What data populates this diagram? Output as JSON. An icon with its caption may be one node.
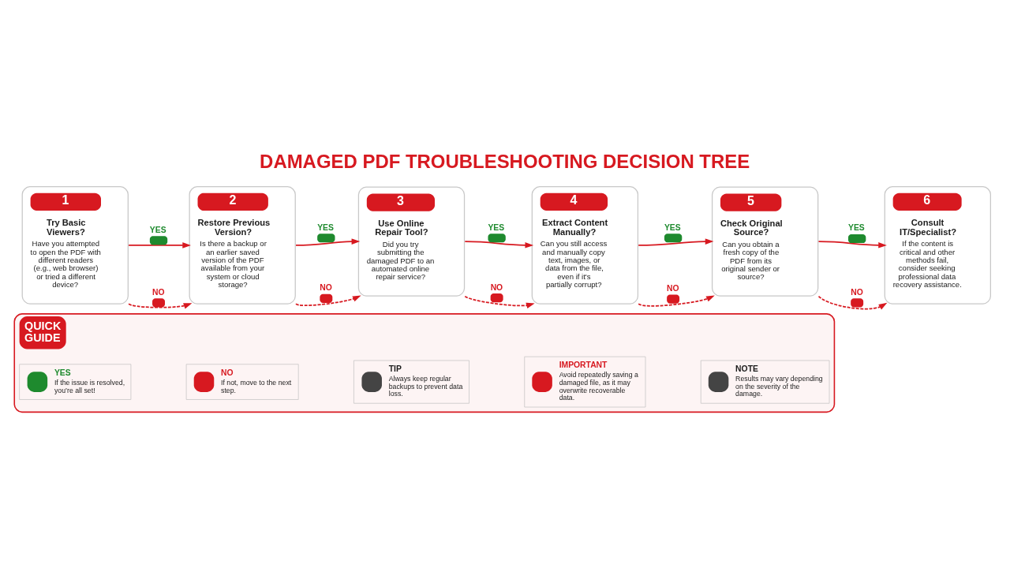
{
  "diagram": {
    "title": "DAMAGED PDF TROUBLESHOOTING DECISION TREE",
    "nodes": [
      {
        "text": [
          "1",
          "Try Basic Viewers?",
          "Have you attempted to open the PDF with different readers (e.g., web browser) or tried a different device?"
        ]
      },
      {
        "text": [
          "2",
          "Restore Previous Version?",
          "Is there a backup or an earlier saved version of the PDF available from your system or cloud storage?"
        ]
      },
      {
        "text": [
          "3",
          "Use Online Repair Tool?",
          "Did you try submitting the damaged PDF to an automated online repair service?"
        ]
      },
      {
        "text": [
          "4",
          "Extract Content Manually?",
          "Can you still access and manually copy text, images, or data from the file, even if it's partially corrupt?"
        ]
      },
      {
        "text": [
          "5",
          "Check Original Source?",
          "Can you obtain a fresh copy of the PDF from its original sender or source?"
        ]
      },
      {
        "text": [
          "6",
          "Consult IT/Specialist?",
          "If the content is critical and other methods fail, consider seeking professional data recovery assistance."
        ]
      },
      {
        "text": [
          "QUICK GUIDE"
        ]
      },
      {
        "text": [
          "YES",
          "If the issue is resolved, you’re all set!"
        ],
        "in": 6
      },
      {
        "text": [
          "NO",
          "If not, move to the next step."
        ],
        "in": 6
      },
      {
        "text": [
          "TIP",
          "Always keep regular backups to prevent data loss."
        ],
        "in": 6
      },
      {
        "text": [
          "IMPORTANT",
          "Avoid repeatedly saving a damaged file, as it may overwrite recoverable data."
        ],
        "in": 6
      },
      {
        "text": [
          "NOTE",
          "Results may vary depending on the severity of the damage."
        ],
        "in": 6
      }
    ],
    "edges": [
      {
        "from": 0,
        "to": 1,
        "arrow": "to",
        "label": "YES"
      },
      {
        "from": 0,
        "to": 1,
        "arrow": "to",
        "label": "NO",
        "style": "dashed"
      },
      {
        "from": 1,
        "to": 2,
        "arrow": "to",
        "label": "YES"
      },
      {
        "from": 1,
        "to": 2,
        "arrow": "to",
        "label": "NO",
        "style": "dashed"
      },
      {
        "from": 2,
        "to": 3,
        "arrow": "to",
        "label": "YES"
      },
      {
        "from": 2,
        "to": 3,
        "arrow": "to",
        "label": "NO",
        "style": "dashed"
      },
      {
        "from": 3,
        "to": 4,
        "arrow": "to",
        "label": "YES"
      },
      {
        "from": 3,
        "to": 4,
        "arrow": "to",
        "label": "NO",
        "style": "dashed"
      },
      {
        "from": 4,
        "to": 5,
        "arrow": "to",
        "label": "YES"
      },
      {
        "from": 4,
        "to": 5,
        "arrow": "to",
        "label": "NO",
        "style": "dashed"
      }
    ]
  }
}
